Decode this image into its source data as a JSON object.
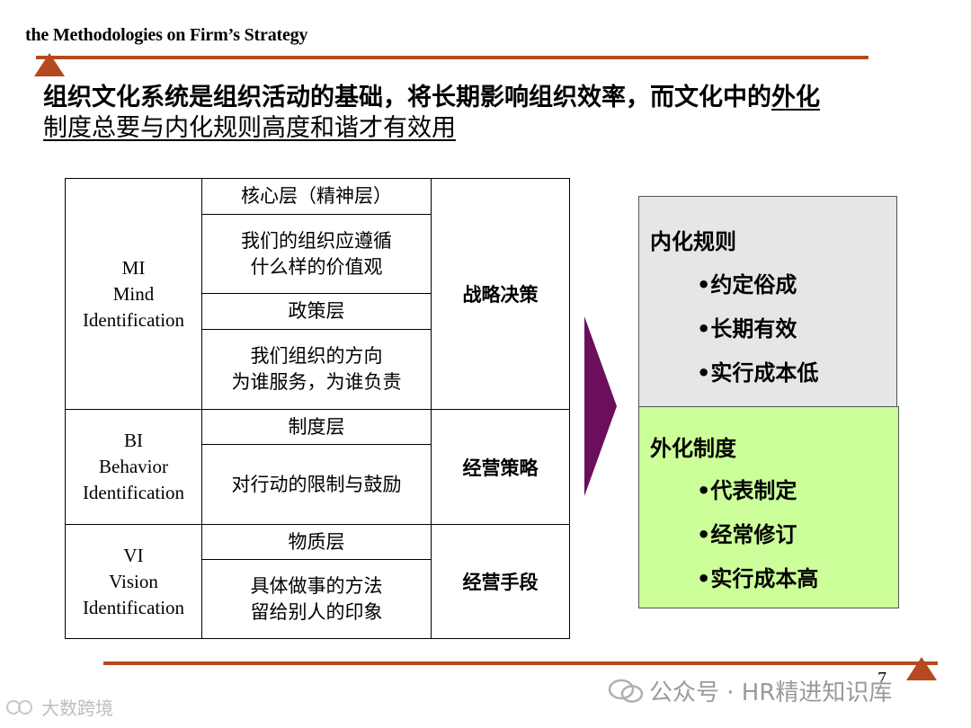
{
  "header": {
    "title": "the Methodologies on Firm’s Strategy"
  },
  "headline": {
    "part1": "组织文化系统是组织活动的基础，将长期影响组织效率，而文化中的",
    "part1_underlined": "外化",
    "line2": "制度总要与内化规则高度和谐才有效用"
  },
  "table": {
    "rows": [
      {
        "left": [
          "MI",
          "Mind",
          "Identification"
        ],
        "mid": [
          {
            "lines": [
              "核心层（精神层）"
            ]
          },
          {
            "lines": [
              "我们的组织应遵循",
              "什么样的价值观"
            ]
          },
          {
            "lines": [
              "政策层"
            ]
          },
          {
            "lines": [
              "我们组织的方向",
              "为谁服务，为谁负责"
            ]
          }
        ],
        "right": "战略决策"
      },
      {
        "left": [
          "BI",
          "Behavior",
          "Identification"
        ],
        "mid": [
          {
            "lines": [
              "制度层"
            ]
          },
          {
            "lines": [
              "对行动的限制与鼓励"
            ]
          }
        ],
        "right": "经营策略"
      },
      {
        "left": [
          "VI",
          "Vision",
          "Identification"
        ],
        "mid": [
          {
            "lines": [
              "物质层"
            ]
          },
          {
            "lines": [
              "具体做事的方法",
              "留给别人的印象"
            ]
          }
        ],
        "right": "经营手段"
      }
    ]
  },
  "internal_box": {
    "title": "内化规则",
    "bullets": [
      "•约定俗成",
      "•长期有效",
      "•实行成本低"
    ],
    "color": "#e6e6e6"
  },
  "external_box": {
    "title": "外化制度",
    "bullets": [
      "•代表制定",
      "•经常修订",
      "•实行成本高"
    ],
    "color": "#ccff99"
  },
  "arrow_color": "#6b0f5c",
  "accent_color": "#b5491f",
  "page_number": "7",
  "watermark_main": "公众号 · HR精进知识库",
  "watermark_secondary": "大数跨境"
}
